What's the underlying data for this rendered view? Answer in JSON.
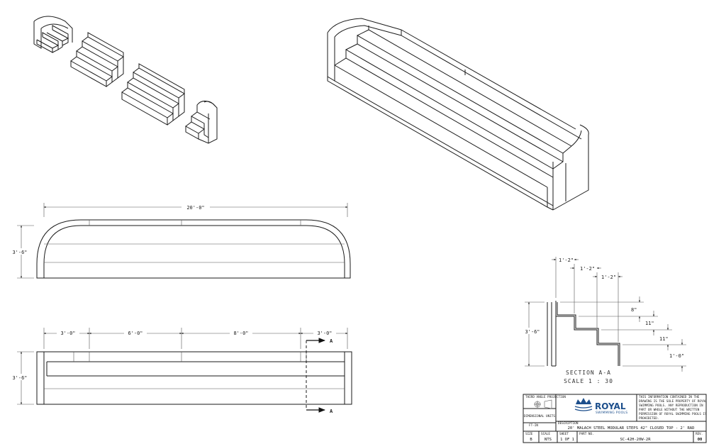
{
  "plan_view": {
    "overall_length": "20'-0\"",
    "depth": "3'-6\""
  },
  "front_view": {
    "segments": [
      "3'-0\"",
      "6'-0\"",
      "8'-0\"",
      "3'-0\""
    ],
    "depth": "3'-6\"",
    "section_marker": "A"
  },
  "section": {
    "treads": [
      "1'-2\"",
      "1'-2\"",
      "1'-2\""
    ],
    "risers": [
      "8\"",
      "11\"",
      "11\"",
      "1'-0\""
    ],
    "height": "3'-6\"",
    "title": "SECTION A-A",
    "scale": "SCALE 1 : 30"
  },
  "title_block": {
    "projection_label": "THIRD ANGLE PROJECTION",
    "units_label": "DIMENSIONAL UNITS",
    "units_value": "FT-IN",
    "brand_name": "ROYAL",
    "brand_sub": "SWIMMING POOLS",
    "notice": [
      "THIS INFORMATION CONTAINED IN THE",
      "DRAWING IS THE SOLE PROPERTY OF ROYAL",
      "SWIMMING POOLS. ANY REPRODUCTION IN",
      "PART OR WHOLE WITHOUT THE WRITTEN",
      "PERMISSION OF ROYAL SWIMMING POOLS IS",
      "PROHIBITED."
    ],
    "description_label": "DESCRIPTION",
    "description": "20' MALACH STEEL MODULAR STEPS 42\" CLOSED TOP - 2' RAD",
    "size_label": "SIZE",
    "size_value": "B",
    "scale_label": "SCALE",
    "scale_value": "NTS",
    "sheet_label": "SHEET",
    "sheet_value": "1 OF 1",
    "part_label": "PART NO.",
    "part_value": "SC-42H-20W-2R",
    "rev_label": "REV.",
    "rev_value": "00"
  }
}
